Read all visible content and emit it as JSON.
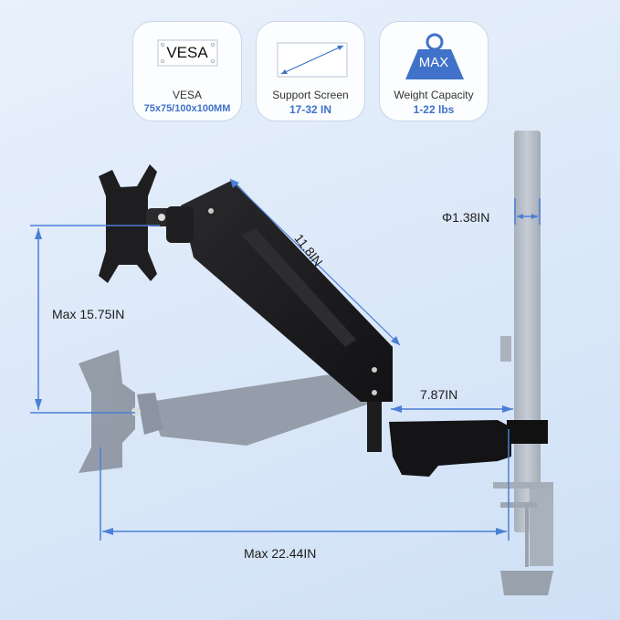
{
  "feature_cards": [
    {
      "icon": "vesa-plate-icon",
      "icon_text": "VESA",
      "label": "VESA",
      "value": "75x75/100x100MM"
    },
    {
      "icon": "screen-diagonal-icon",
      "label": "Support Screen",
      "value": "17-32 IN"
    },
    {
      "icon": "weight-icon",
      "icon_text": "MAX",
      "label": "Weight Capacity",
      "value": "1-22 lbs"
    }
  ],
  "dimensions": {
    "pole_diameter": "Φ1.38IN",
    "arm_length": "11.8IN",
    "vertical_range": "Max 15.75IN",
    "forearm_length": "7.87IN",
    "max_extension": "Max 22.44IN"
  },
  "colors": {
    "accent": "#3f72c8",
    "dimension_line": "#4a7fd6",
    "arm_black": "#1b1b1d",
    "ghost_gray": "#8f97a3",
    "pole_gray": "#b3bac4"
  }
}
